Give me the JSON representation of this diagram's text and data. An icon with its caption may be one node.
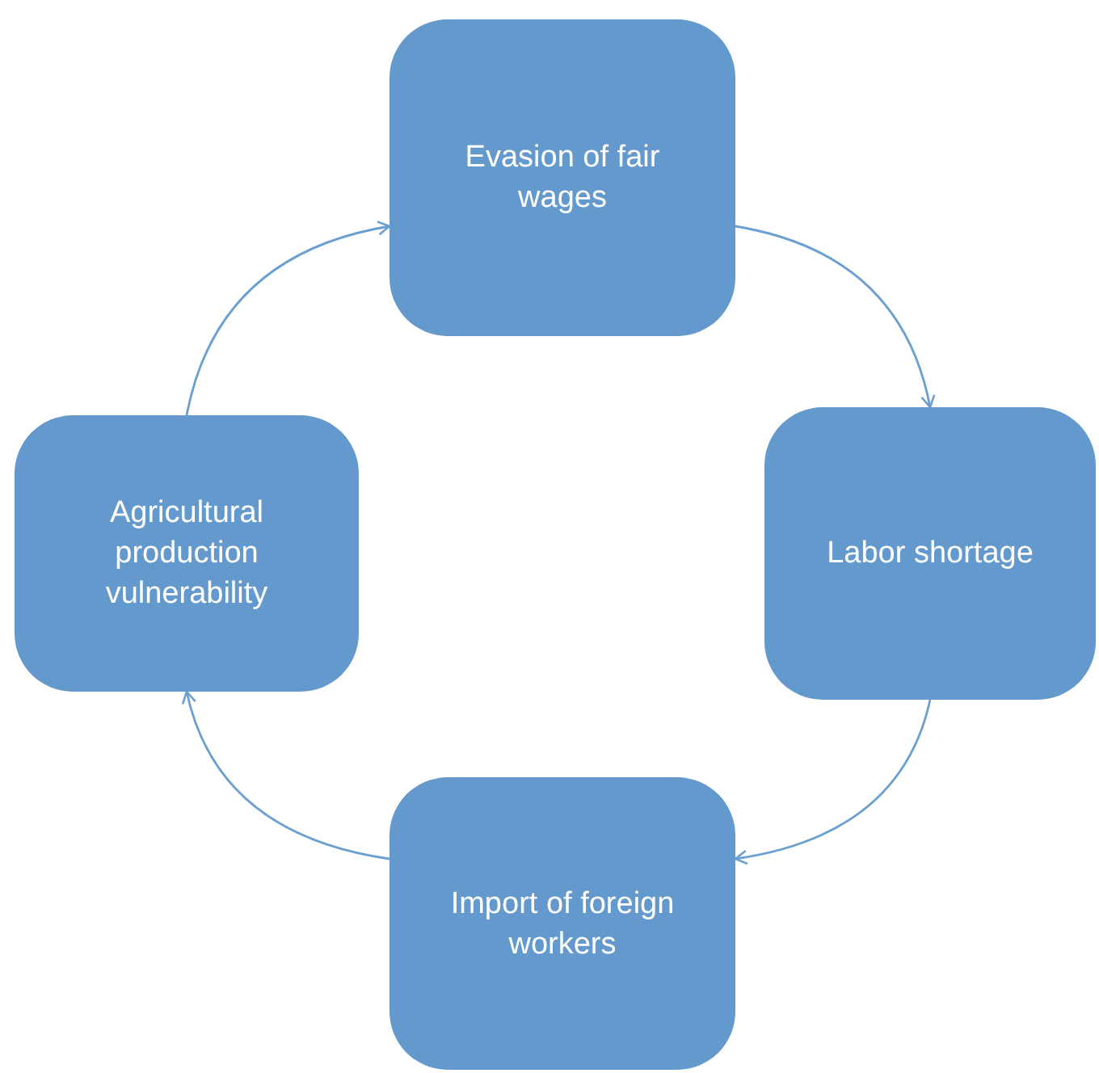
{
  "diagram": {
    "nodes": [
      {
        "text": [
          "Evasion of fair wages"
        ]
      },
      {
        "text": [
          "Labor shortage"
        ]
      },
      {
        "text": [
          "Import of foreign workers"
        ]
      },
      {
        "text": [
          "Agricultural production vulnerability"
        ]
      }
    ],
    "edges": [
      {
        "from": 0,
        "to": 1,
        "arrow": "to"
      },
      {
        "from": 1,
        "to": 2,
        "arrow": "to"
      },
      {
        "from": 2,
        "to": 3,
        "arrow": "to"
      },
      {
        "from": 3,
        "to": 0,
        "arrow": "to"
      }
    ]
  }
}
